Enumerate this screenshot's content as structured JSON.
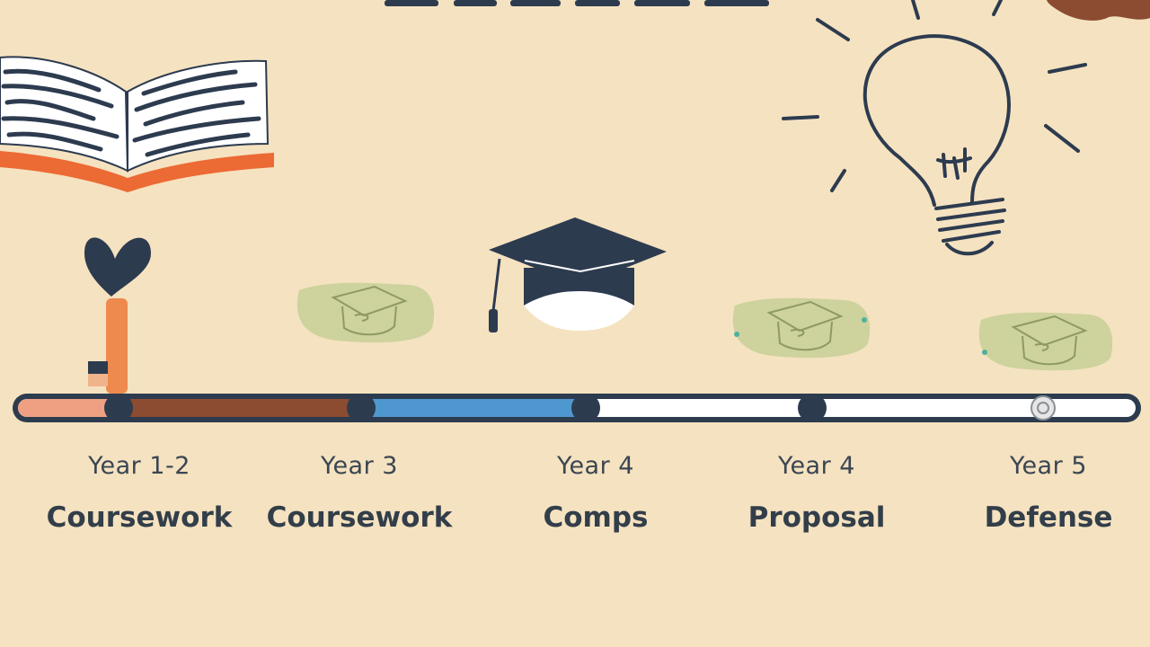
{
  "colors": {
    "background": "#f5e2c0",
    "ink": "#2d3b4f",
    "orange": "#ec6a34",
    "coursework_segment": "#8b4c32",
    "segment_start": "#f0a082",
    "comps_segment": "#4f98cf",
    "future_segment": "#ffffff",
    "green_wash": "#c7cf97"
  },
  "timeline": {
    "progress_fraction": 0.5,
    "milestones": [
      {
        "year": "Year 1-2",
        "stage": "Coursework",
        "icon": "student-figure-icon"
      },
      {
        "year": "Year 3",
        "stage": "Coursework",
        "icon": "green-cap-sketch-icon"
      },
      {
        "year": "Year 4",
        "stage": "Comps",
        "icon": "graduation-cap-icon"
      },
      {
        "year": "Year 4",
        "stage": "Proposal",
        "icon": "green-cap-sketch-icon"
      },
      {
        "year": "Year 5",
        "stage": "Defense",
        "icon": "green-cap-sketch-icon"
      }
    ]
  },
  "decorations": [
    "open-book-icon",
    "light-bulb-icon"
  ]
}
